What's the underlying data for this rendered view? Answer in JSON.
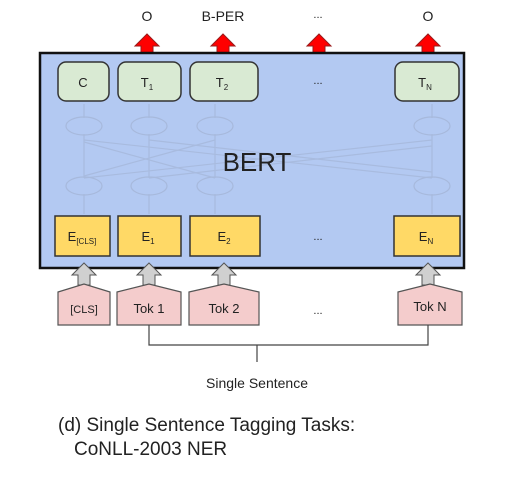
{
  "outputs": [
    "O",
    "B-PER",
    "...",
    "O"
  ],
  "model_label": "BERT",
  "top_tokens": [
    {
      "main": "C",
      "sub": ""
    },
    {
      "main": "T",
      "sub": "1"
    },
    {
      "main": "T",
      "sub": "2"
    },
    {
      "main": "...",
      "sub": ""
    },
    {
      "main": "T",
      "sub": "N"
    }
  ],
  "embeddings": [
    {
      "main": "E",
      "sub": "[CLS]"
    },
    {
      "main": "E",
      "sub": "1"
    },
    {
      "main": "E",
      "sub": "2"
    },
    {
      "main": "...",
      "sub": ""
    },
    {
      "main": "E",
      "sub": "N"
    }
  ],
  "input_tokens": [
    "[CLS]",
    "Tok 1",
    "Tok 2",
    "...",
    "Tok N"
  ],
  "input_label": "Single Sentence",
  "caption": {
    "line1": "(d) Single Sentence Tagging Tasks:",
    "line2": "CoNLL-2003 NER"
  },
  "colors": {
    "bert_box": "#b3c9f2",
    "token_box": "#d9ead3",
    "embedding_box": "#ffd966",
    "input_box": "#f4cccc",
    "output_arrow": "#ff0000",
    "input_arrow": "#d0d0d0"
  }
}
